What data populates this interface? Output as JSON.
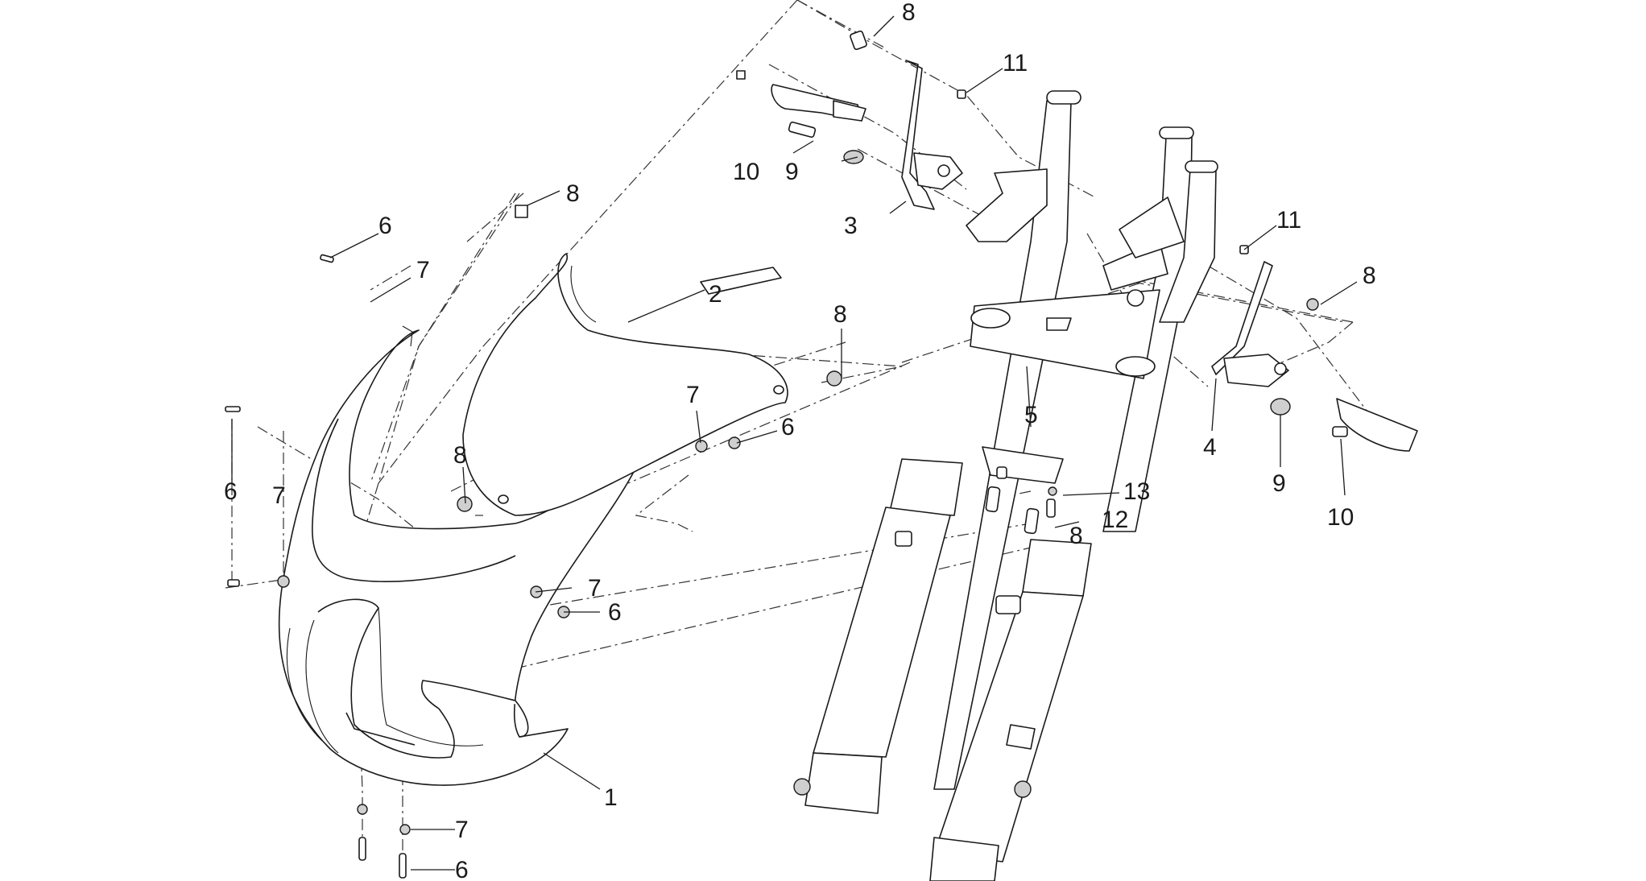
{
  "diagram": {
    "line_color": "#1a1a1a",
    "background": "#ffffff",
    "callouts": [
      {
        "id": "c1",
        "label": "1"
      },
      {
        "id": "c2",
        "label": "2"
      },
      {
        "id": "c3",
        "label": "3"
      },
      {
        "id": "c4",
        "label": "4"
      },
      {
        "id": "c5",
        "label": "5"
      },
      {
        "id": "c6a",
        "label": "6"
      },
      {
        "id": "c6b",
        "label": "6"
      },
      {
        "id": "c6c",
        "label": "6"
      },
      {
        "id": "c6d",
        "label": "6"
      },
      {
        "id": "c6e",
        "label": "6"
      },
      {
        "id": "c7a",
        "label": "7"
      },
      {
        "id": "c7b",
        "label": "7"
      },
      {
        "id": "c7c",
        "label": "7"
      },
      {
        "id": "c7d",
        "label": "7"
      },
      {
        "id": "c7e",
        "label": "7"
      },
      {
        "id": "c8a",
        "label": "8"
      },
      {
        "id": "c8b",
        "label": "8"
      },
      {
        "id": "c8c",
        "label": "8"
      },
      {
        "id": "c8d",
        "label": "8"
      },
      {
        "id": "c8e",
        "label": "8"
      },
      {
        "id": "c8f",
        "label": "8"
      },
      {
        "id": "c9a",
        "label": "9"
      },
      {
        "id": "c9b",
        "label": "9"
      },
      {
        "id": "c10a",
        "label": "10"
      },
      {
        "id": "c10b",
        "label": "10"
      },
      {
        "id": "c11a",
        "label": "11"
      },
      {
        "id": "c11b",
        "label": "11"
      },
      {
        "id": "c12",
        "label": "12"
      },
      {
        "id": "c13",
        "label": "13"
      }
    ]
  }
}
